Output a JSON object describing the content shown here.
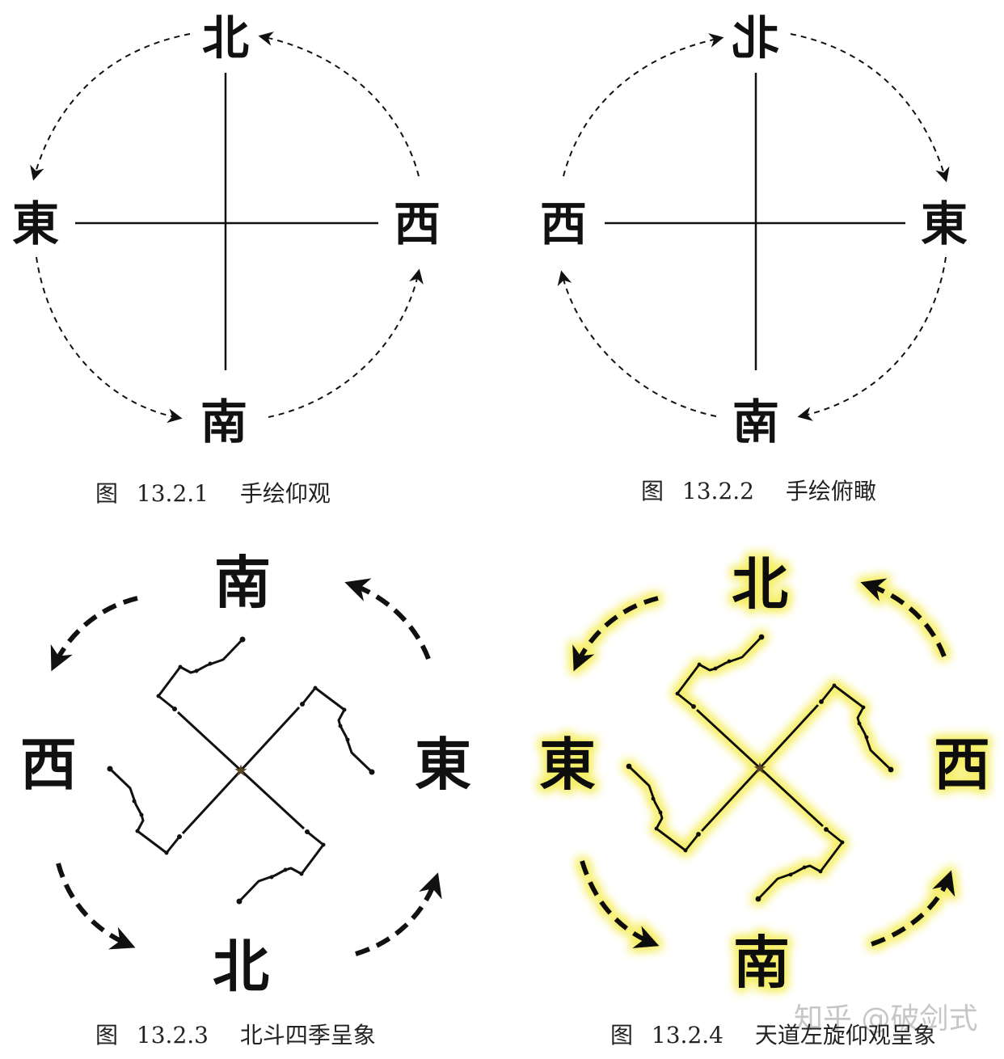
{
  "figures": [
    {
      "id": "13.2.1",
      "caption_prefix": "图",
      "caption_number": "13.2.1",
      "caption_title": "手绘仰观",
      "labels": {
        "top": "北",
        "left": "東",
        "right": "西",
        "bottom": "南"
      },
      "arrow_direction": "counterclockwise (top→left→bottom→right→top)"
    },
    {
      "id": "13.2.2",
      "caption_prefix": "图",
      "caption_number": "13.2.2",
      "caption_title": "手绘俯瞰",
      "labels": {
        "top": "北",
        "left": "西",
        "right": "東",
        "bottom": "南"
      },
      "label_mirrored": {
        "top": true,
        "bottom": true
      },
      "arrow_direction": "clockwise (top→right→bottom→left→top)"
    },
    {
      "id": "13.2.3",
      "caption_prefix": "图",
      "caption_number": "13.2.3",
      "caption_title": "北斗四季呈象",
      "labels": {
        "top": "南",
        "left": "西",
        "right": "東",
        "bottom": "北"
      },
      "arrow_direction": "counterclockwise"
    },
    {
      "id": "13.2.4",
      "caption_prefix": "图",
      "caption_number": "13.2.4",
      "caption_title": "天道左旋仰观呈象",
      "labels": {
        "top": "北",
        "left": "東",
        "right": "西",
        "bottom": "南"
      },
      "arrow_direction": "counterclockwise",
      "glow_color": "#f6ef6a"
    }
  ],
  "watermark": "知乎 @破剑式",
  "colors": {
    "ink": "#111111",
    "glow": "#f6ef6a",
    "star": "#5a4326",
    "watermark": "#bdbdbd"
  }
}
